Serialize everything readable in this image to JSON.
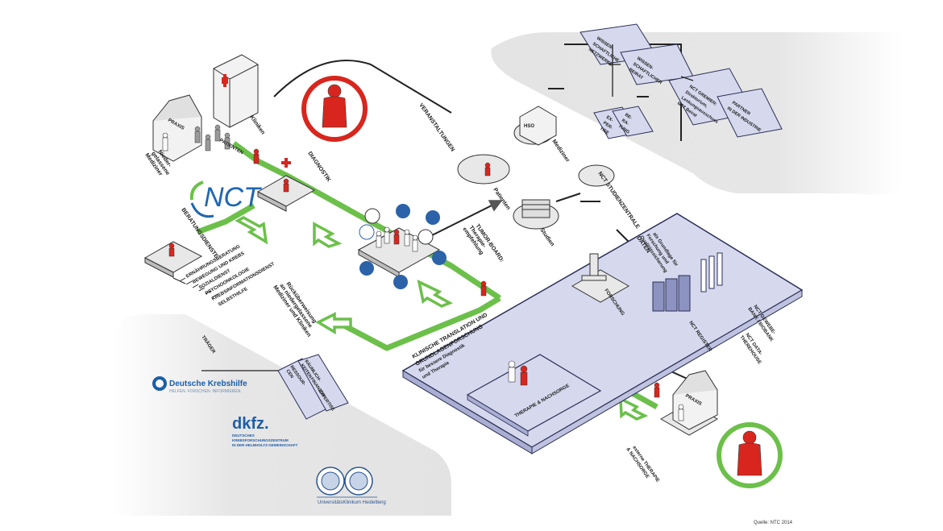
{
  "labels": {
    "niedergelassene": "Nieder-",
    "niedergelassene2": "gelassene",
    "niedergelassene3": "Mediziner",
    "kliniken": "Kliniken",
    "patienten_top": "PATIENTEN",
    "diagnostik": "DIAGNOSTIK",
    "veranstaltungen": "VERANSTALTUNGEN",
    "patienten": "Patienten",
    "mediziner": "Mediziner",
    "nct_studienzentrale": "NCT STUDIENZENTRALE",
    "studien": "Studien",
    "beratungsdienste": "BERATUNGSDIENSTE",
    "tumorboard1": "TUMOR-BOARD:",
    "tumorboard2": "Therapie-",
    "tumorboard3": "empfehlung",
    "daten": "DATEN",
    "daten_sub1": "als Grundlage für",
    "daten_sub2": "Forschung und",
    "daten_sub3": "Qualitätssicherung",
    "forschung": "FORSCHUNG",
    "nct_gewebe1": "NCT GEWEBE-",
    "nct_gewebe2": "BANK / BIOBANK",
    "nct_register": "NCT REGISTER",
    "nct_data1": "NCT DATA-",
    "nct_data2": "THEREHOUSE",
    "rueck1": "Rücküberweisung",
    "rueck2": "an niedergelassene",
    "rueck3": "Mediziner und Kliniken",
    "klinische1": "KLINISCHE TRANSLATION UND",
    "klinische2": "GRUNDLAGENFORSCHUNG",
    "klinische3": "für bessere Diagnostik",
    "klinische4": "und Therapie",
    "therapie_nachsorge": "THERAPIE & NACHSORGE",
    "externe1": "externe THERAPIE",
    "externe2": "& NACHSORGE",
    "traeger": "TRÄGER",
    "quelle": "Quelle: NTC 2014",
    "praxis": "PRAXIS",
    "praxis2": "PRAXIS",
    "hso": "HSO"
  },
  "services": [
    "ERNÄHRUNGSBERATUNG",
    "BEWEGUNG UND KREBS",
    "SOZIALDIENST",
    "PSYCHOONKOLOGIE",
    "KREBSINFORMATIONSDIENST",
    "SELBSTHILFE"
  ],
  "governance": [
    {
      "l1": "WISSEN-",
      "l2": "SCHAFTLICHE",
      "l3": "NETZWERKE"
    },
    {
      "l1": "WISSEN-",
      "l2": "SCHAFTLICHER",
      "l3": "BEIRAT"
    },
    {
      "l1": "NCT GREMIEN:",
      "l2": "Direktorium,",
      "l3": "Lenkungsausschuss",
      "l4": "NCT Beirat"
    },
    {
      "l1": "PARTNER",
      "l2": "IN DER INDUSTRIE"
    }
  ],
  "expertise": {
    "l1": "EX-",
    "l2": "PER-",
    "l3": "TISE",
    "r1": "BE-",
    "r2": "RA-",
    "r3": "TUNG"
  },
  "traeger_box": {
    "l1": "RESSOUR-",
    "l2": "CEN",
    "l3": "RÄUMLICH-",
    "l4": "KEITEN",
    "l5": "FINANZEN",
    "l6": "EXPERTISE"
  },
  "logos": {
    "nct": "NCT",
    "krebshilfe": "Deutsche Krebshilfe",
    "krebshilfe_sub": "HELFEN. FORSCHEN. INFORMIEREN.",
    "dkfz": "dkfz.",
    "dkfz_sub1": "DEUTSCHES",
    "dkfz_sub2": "KREBSFORSCHUNGSZENTRUM",
    "dkfz_sub3": "IN DER HELMHOLTZ-GEMEINSCHAFT",
    "ukhd": "UniversitätsKlinikum Heidelberg"
  },
  "colors": {
    "green": "#6cc04a",
    "red_accent": "#d8261e",
    "lavender": "#d6d9ee",
    "lavender_border": "#2b2f55",
    "grey_zone": "#e9e9e9",
    "nct_blue": "#1e66b0"
  }
}
